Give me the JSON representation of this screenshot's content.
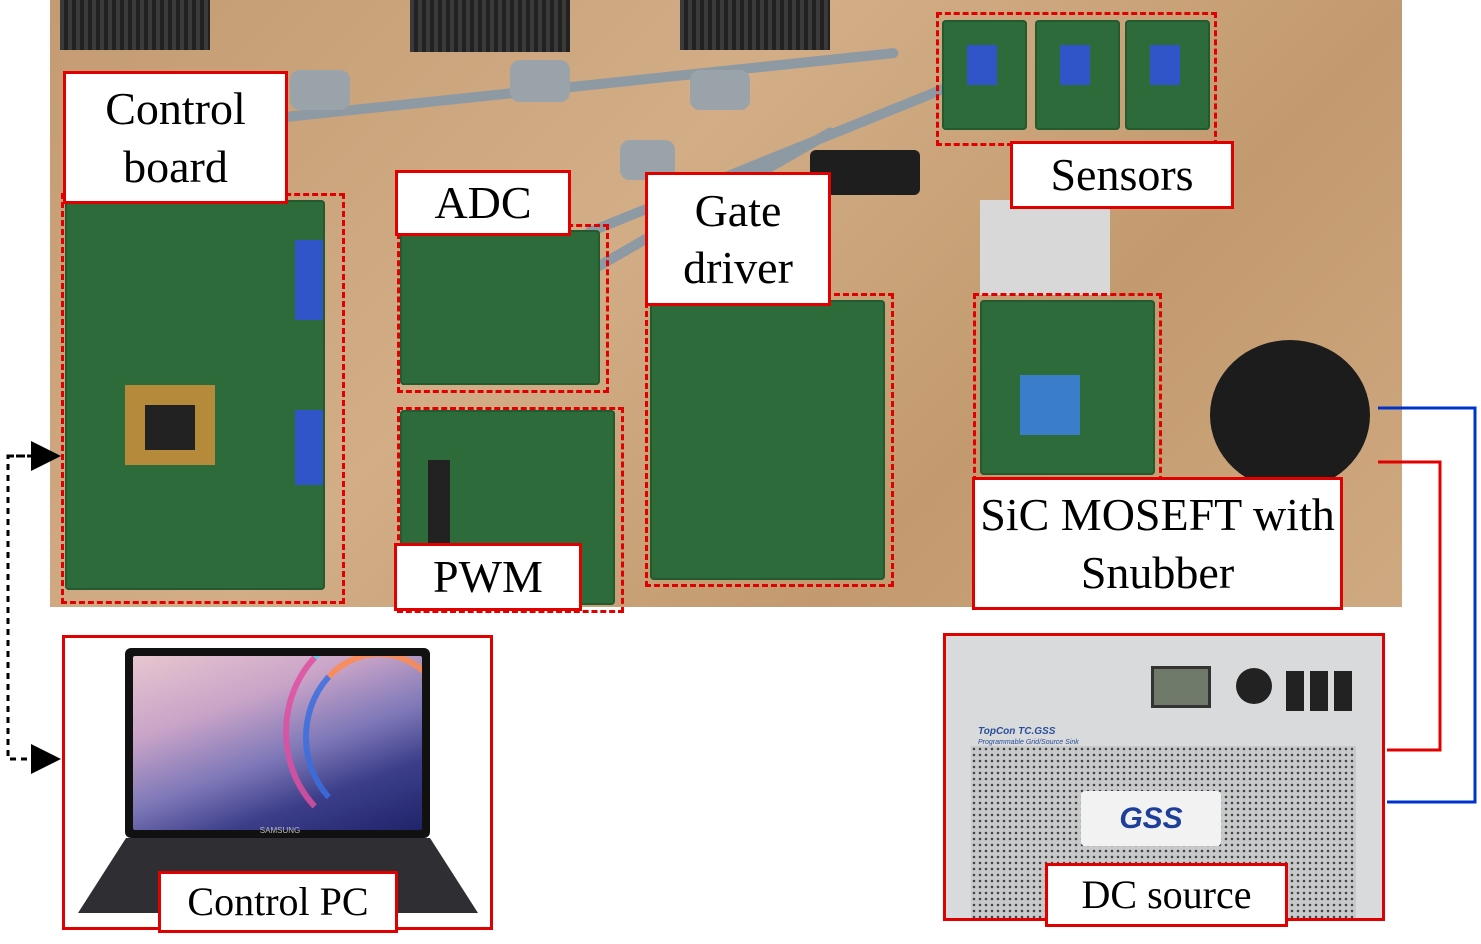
{
  "labels": {
    "control_board": "Control board",
    "adc": "ADC",
    "gate_driver": "Gate driver",
    "sensors": "Sensors",
    "pwm": "PWM",
    "sic_mosfet": "SiC MOSEFT with Snubber",
    "control_pc": "Control PC",
    "dc_source": "DC source"
  },
  "device_text": {
    "laptop_brand": "SAMSUNG",
    "dc_model": "TopCon TC.GSS",
    "dc_subtitle": "Programmable Grid/Source Sink",
    "dc_logo": "GSS"
  },
  "colors": {
    "annotation_red": "#e00000",
    "wire_blue": "#0033cc",
    "wire_red": "#e00000",
    "comm_black": "#000000"
  }
}
